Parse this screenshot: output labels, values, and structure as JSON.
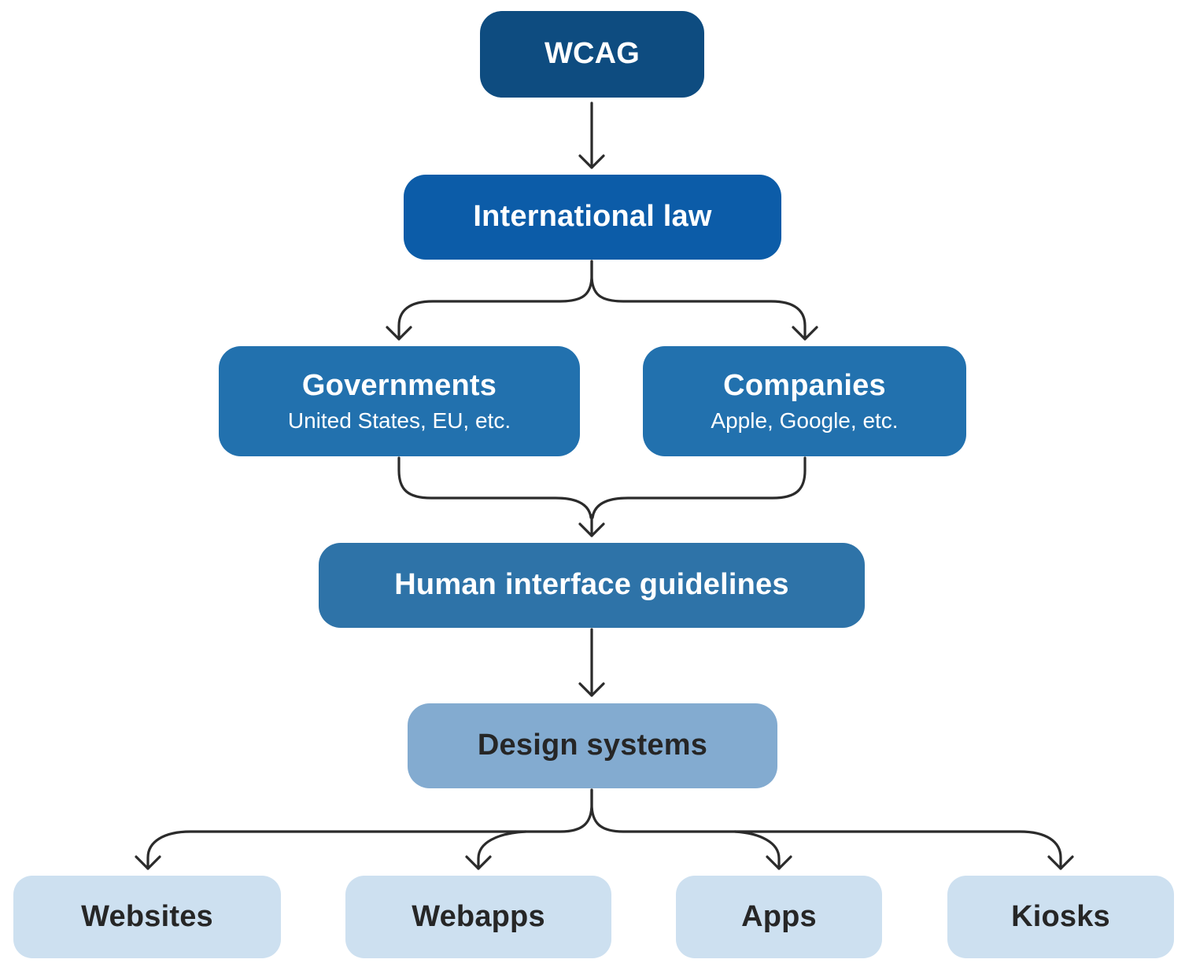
{
  "diagram": {
    "type": "flowchart",
    "connector_color": "#2b2b2b",
    "background_color": "#ffffff",
    "nodes": {
      "wcag": {
        "label": "WCAG",
        "fill": "#0e4c80",
        "text_color": "#ffffff"
      },
      "international": {
        "label": "International law",
        "fill": "#0c5ca8",
        "text_color": "#ffffff"
      },
      "governments": {
        "label": "Governments",
        "sublabel": "United States, EU, etc.",
        "fill": "#2271ae",
        "text_color": "#ffffff"
      },
      "companies": {
        "label": "Companies",
        "sublabel": "Apple, Google, etc.",
        "fill": "#2271ae",
        "text_color": "#ffffff"
      },
      "hig": {
        "label": "Human interface guidelines",
        "fill": "#2e73a8",
        "text_color": "#ffffff"
      },
      "design": {
        "label": "Design systems",
        "fill": "#83abd0",
        "text_color": "#262626"
      },
      "websites": {
        "label": "Websites",
        "fill": "#cde0f0",
        "text_color": "#262626"
      },
      "webapps": {
        "label": "Webapps",
        "fill": "#cde0f0",
        "text_color": "#262626"
      },
      "apps": {
        "label": "Apps",
        "fill": "#cde0f0",
        "text_color": "#262626"
      },
      "kiosks": {
        "label": "Kiosks",
        "fill": "#cde0f0",
        "text_color": "#262626"
      }
    },
    "edges": [
      {
        "from": "WCAG",
        "to": "International law"
      },
      {
        "from": "International law",
        "to": "Governments"
      },
      {
        "from": "International law",
        "to": "Companies"
      },
      {
        "from": "Governments",
        "to": "Human interface guidelines"
      },
      {
        "from": "Companies",
        "to": "Human interface guidelines"
      },
      {
        "from": "Human interface guidelines",
        "to": "Design systems"
      },
      {
        "from": "Design systems",
        "to": "Websites"
      },
      {
        "from": "Design systems",
        "to": "Webapps"
      },
      {
        "from": "Design systems",
        "to": "Apps"
      },
      {
        "from": "Design systems",
        "to": "Kiosks"
      }
    ]
  }
}
